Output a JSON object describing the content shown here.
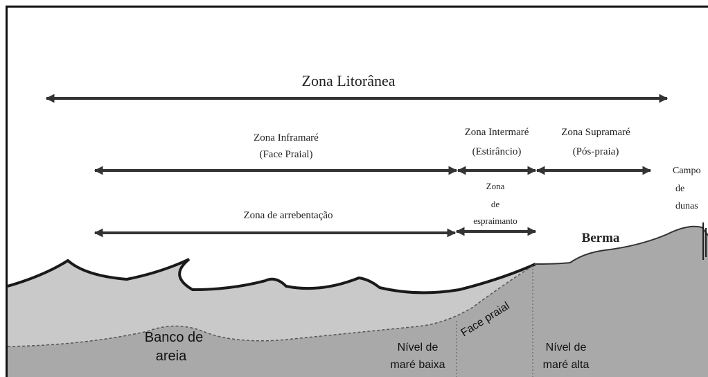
{
  "labels": {
    "zona_litoranea": "Zona Litorânea",
    "inframare_1": "Zona Inframaré",
    "inframare_2": "(Face Praial)",
    "intermare_1": "Zona Intermaré",
    "intermare_2": "(Estirâncio)",
    "supramare_1": "Zona Supramaré",
    "supramare_2": "(Pós-praia)",
    "arrebentacao": "Zona de arrebentação",
    "espraiamento_1": "Zona",
    "espraiamento_2": "de",
    "espraiamento_3": "espraimanto",
    "campo_1": "Campo",
    "campo_2": "de",
    "campo_3": "dunas",
    "berma": "Berma",
    "banco_1": "Banco de",
    "banco_2": "areia",
    "face_praial": "Face praial",
    "nivel_baixa_1": "Nível de",
    "nivel_baixa_2": "maré baixa",
    "nivel_alta_1": "Nível de",
    "nivel_alta_2": "maré alta"
  },
  "colors": {
    "water": "#c9c9c9",
    "sand": "#a9a9a9",
    "line": "#1a1a1a",
    "arrow": "#333333"
  }
}
